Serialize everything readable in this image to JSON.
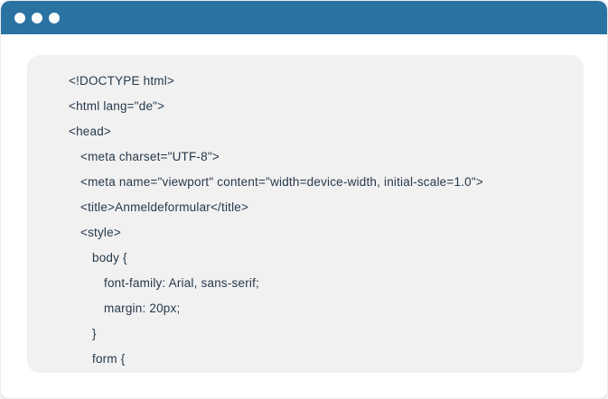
{
  "window": {
    "titlebar": {
      "controls": [
        "dot",
        "dot",
        "dot"
      ]
    },
    "code_panel": {
      "language": "html",
      "lines": [
        {
          "indent": 0,
          "text": "<!DOCTYPE html>"
        },
        {
          "indent": 0,
          "text": "<html lang=\"de\">"
        },
        {
          "indent": 0,
          "text": "<head>"
        },
        {
          "indent": 1,
          "text": "<meta charset=\"UTF-8\">"
        },
        {
          "indent": 1,
          "text": "<meta name=\"viewport\" content=\"width=device-width, initial-scale=1.0\">"
        },
        {
          "indent": 1,
          "text": "<title>Anmeldeformular</title>"
        },
        {
          "indent": 1,
          "text": "<style>"
        },
        {
          "indent": 2,
          "text": "body {"
        },
        {
          "indent": 3,
          "text": "font-family: Arial, sans-serif;"
        },
        {
          "indent": 3,
          "text": "margin: 20px;"
        },
        {
          "indent": 2,
          "text": "}"
        },
        {
          "indent": 2,
          "text": "form {"
        }
      ]
    }
  },
  "colors": {
    "titlebar_blue": "#2a72a2",
    "dot_white": "#fafcfc",
    "panel_gray": "#f1f1f2",
    "code_text_navy": "#263849",
    "window_bg": "#ffffff"
  }
}
